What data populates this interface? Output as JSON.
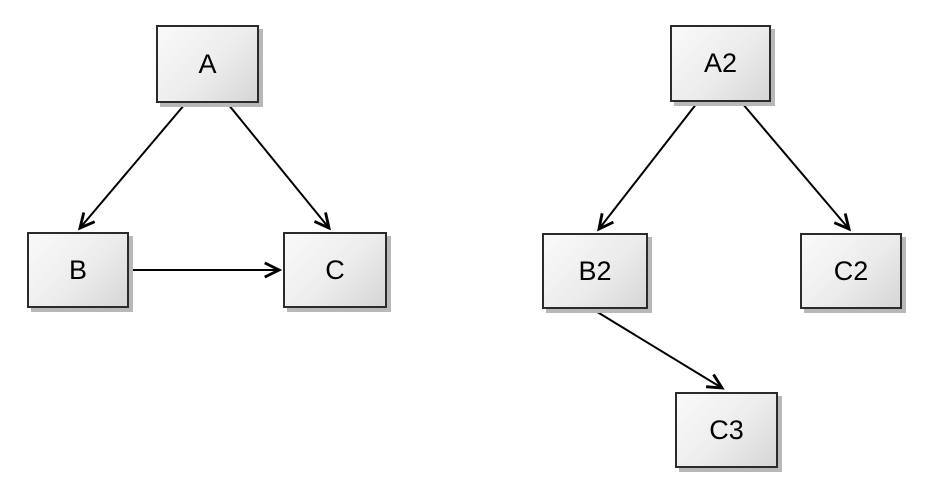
{
  "diagram": {
    "type": "directed-graph",
    "background": "#ffffff",
    "style": {
      "node_fill_light": "#fafafa",
      "node_fill_dark": "#d6d6d6",
      "node_border": "#2b2b2b",
      "node_shadow": "#b8b8b8",
      "edge_color": "#000000",
      "arrowhead": "open-v"
    },
    "graphs": [
      {
        "name": "left-graph",
        "nodes": [
          {
            "id": "A",
            "label": "A"
          },
          {
            "id": "B",
            "label": "B"
          },
          {
            "id": "C",
            "label": "C"
          }
        ],
        "edges": [
          {
            "from": "A",
            "to": "B"
          },
          {
            "from": "A",
            "to": "C"
          },
          {
            "from": "B",
            "to": "C"
          }
        ]
      },
      {
        "name": "right-graph",
        "nodes": [
          {
            "id": "A2",
            "label": "A2"
          },
          {
            "id": "B2",
            "label": "B2"
          },
          {
            "id": "C2",
            "label": "C2"
          },
          {
            "id": "C3",
            "label": "C3"
          }
        ],
        "edges": [
          {
            "from": "A2",
            "to": "B2"
          },
          {
            "from": "A2",
            "to": "C2"
          },
          {
            "from": "B2",
            "to": "C3"
          }
        ]
      }
    ]
  }
}
